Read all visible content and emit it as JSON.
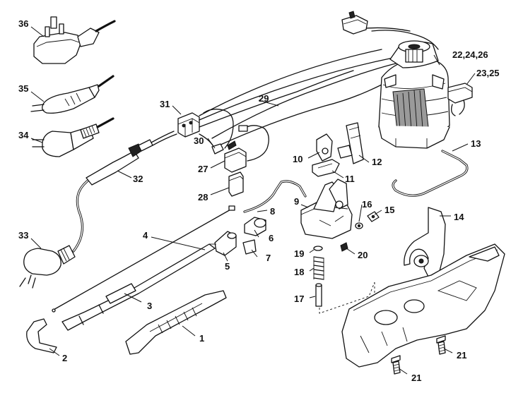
{
  "callouts": [
    {
      "id": "1",
      "label": "1"
    },
    {
      "id": "2",
      "label": "2"
    },
    {
      "id": "3",
      "label": "3"
    },
    {
      "id": "4",
      "label": "4"
    },
    {
      "id": "5",
      "label": "5"
    },
    {
      "id": "6",
      "label": "6"
    },
    {
      "id": "7",
      "label": "7"
    },
    {
      "id": "8",
      "label": "8"
    },
    {
      "id": "9",
      "label": "9"
    },
    {
      "id": "10",
      "label": "10"
    },
    {
      "id": "11",
      "label": "11"
    },
    {
      "id": "12",
      "label": "12"
    },
    {
      "id": "13",
      "label": "13"
    },
    {
      "id": "14",
      "label": "14"
    },
    {
      "id": "15",
      "label": "15"
    },
    {
      "id": "16",
      "label": "16"
    },
    {
      "id": "17",
      "label": "17"
    },
    {
      "id": "18",
      "label": "18"
    },
    {
      "id": "19",
      "label": "19"
    },
    {
      "id": "20",
      "label": "20"
    },
    {
      "id": "21a",
      "label": "21"
    },
    {
      "id": "21b",
      "label": "21"
    },
    {
      "id": "22242",
      "label": "22,24,26"
    },
    {
      "id": "2325",
      "label": "23,25"
    },
    {
      "id": "27",
      "label": "27"
    },
    {
      "id": "28",
      "label": "28"
    },
    {
      "id": "29",
      "label": "29"
    },
    {
      "id": "30",
      "label": "30"
    },
    {
      "id": "31",
      "label": "31"
    },
    {
      "id": "32",
      "label": "32"
    },
    {
      "id": "33",
      "label": "33"
    },
    {
      "id": "34",
      "label": "34"
    },
    {
      "id": "35",
      "label": "35"
    },
    {
      "id": "36",
      "label": "36"
    }
  ]
}
